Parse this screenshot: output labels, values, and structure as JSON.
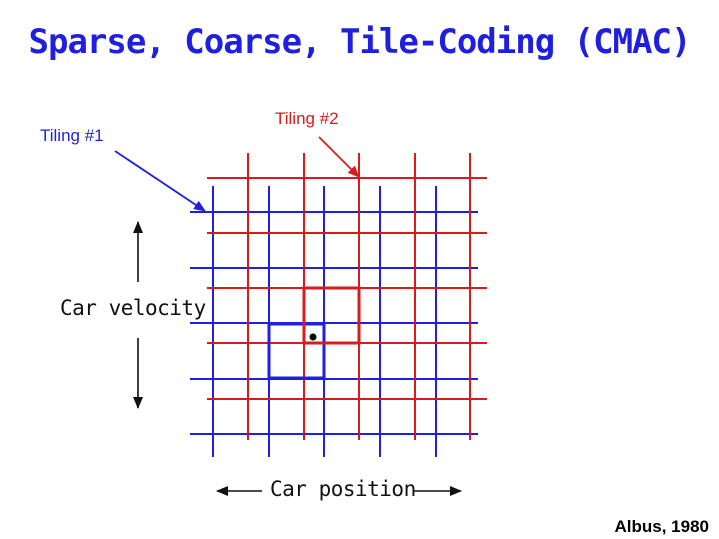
{
  "title": "Sparse, Coarse, Tile-Coding (CMAC)",
  "labels": {
    "tiling1": "Tiling #1",
    "tiling2": "Tiling #2",
    "y_axis": "Car velocity",
    "x_axis": "Car position"
  },
  "citation": "Albus, 1980",
  "colors": {
    "title": "#1f1fe0",
    "tiling1": "#1f1fe0",
    "tiling2": "#d81b1b",
    "text": "#111111"
  },
  "tilings": [
    {
      "name": "Tiling #1",
      "color": "#1f1fe0",
      "columns": 5,
      "rows": 5
    },
    {
      "name": "Tiling #2",
      "color": "#d81b1b",
      "columns": 5,
      "rows": 5
    }
  ],
  "icons": [
    "arrow-up-icon",
    "arrow-down-icon",
    "arrow-left-icon",
    "arrow-right-icon",
    "state-point-icon"
  ]
}
